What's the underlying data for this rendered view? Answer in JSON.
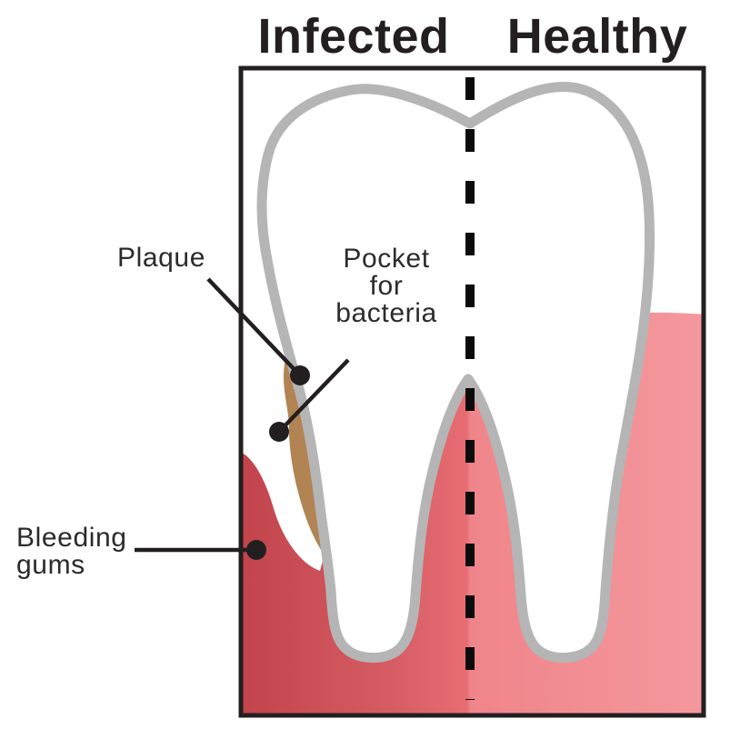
{
  "titles": {
    "infected": "Infected",
    "healthy": "Healthy"
  },
  "labels": {
    "plaque": {
      "text": "Plaque"
    },
    "pocket": {
      "lines": [
        "Pocket",
        "for",
        "bacteria"
      ]
    },
    "bleeding": {
      "lines": [
        "Bleeding",
        "gums"
      ]
    }
  },
  "colors": {
    "ink": "#231f20",
    "label_text": "#2b2b2b",
    "tooth_outline_gray": "#b5b5b5",
    "tooth_white": "#ffffff",
    "plaque_brown": "#b28353",
    "gum_infected_dark": "#c2434b",
    "gum_infected_mid": "#d65d64",
    "gum_infected_edge": "#e76d73",
    "gum_healthy": "#ef858b",
    "gum_healthy_light": "#f4989d"
  }
}
